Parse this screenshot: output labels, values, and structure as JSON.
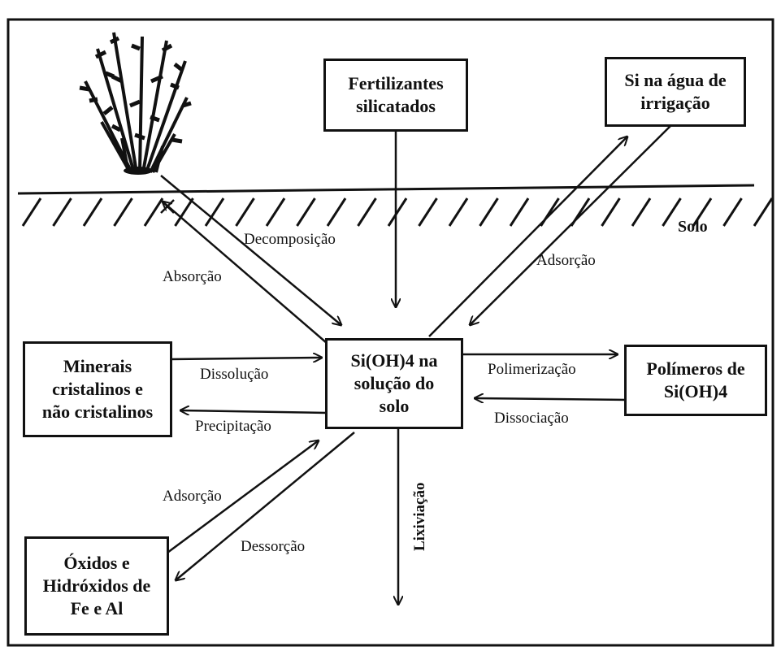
{
  "nodes": {
    "fertilizantes": [
      "Fertilizantes",
      "silicatados"
    ],
    "si_agua": [
      "Si na água de",
      "irrigação"
    ],
    "minerais": [
      "Minerais",
      "cristalinos e",
      "não cristalinos"
    ],
    "solucao": [
      "Si(OH)4 na",
      "solução do",
      "solo"
    ],
    "polimeros": [
      "Polímeros de",
      "Si(OH)4"
    ],
    "oxidos": [
      "Óxidos e",
      "Hidróxidos de",
      "Fe e Al"
    ]
  },
  "labels": {
    "solo": "Solo",
    "decomposicao": "Decomposição",
    "absorcao": "Absorção",
    "adsorcao_agua": "Adsorção",
    "dissolucao": "Dissolução",
    "precipitacao": "Precipitação",
    "polimerizacao": "Polimerização",
    "dissociacao": "Dissociação",
    "adsorcao_oxidos": "Adsorção",
    "dessorcao": "Dessorção",
    "lixiviacao": "Lixiviação"
  },
  "icons": {
    "plant": "plant-icon"
  },
  "colors": {
    "ink": "#111111",
    "background": "#ffffff"
  }
}
